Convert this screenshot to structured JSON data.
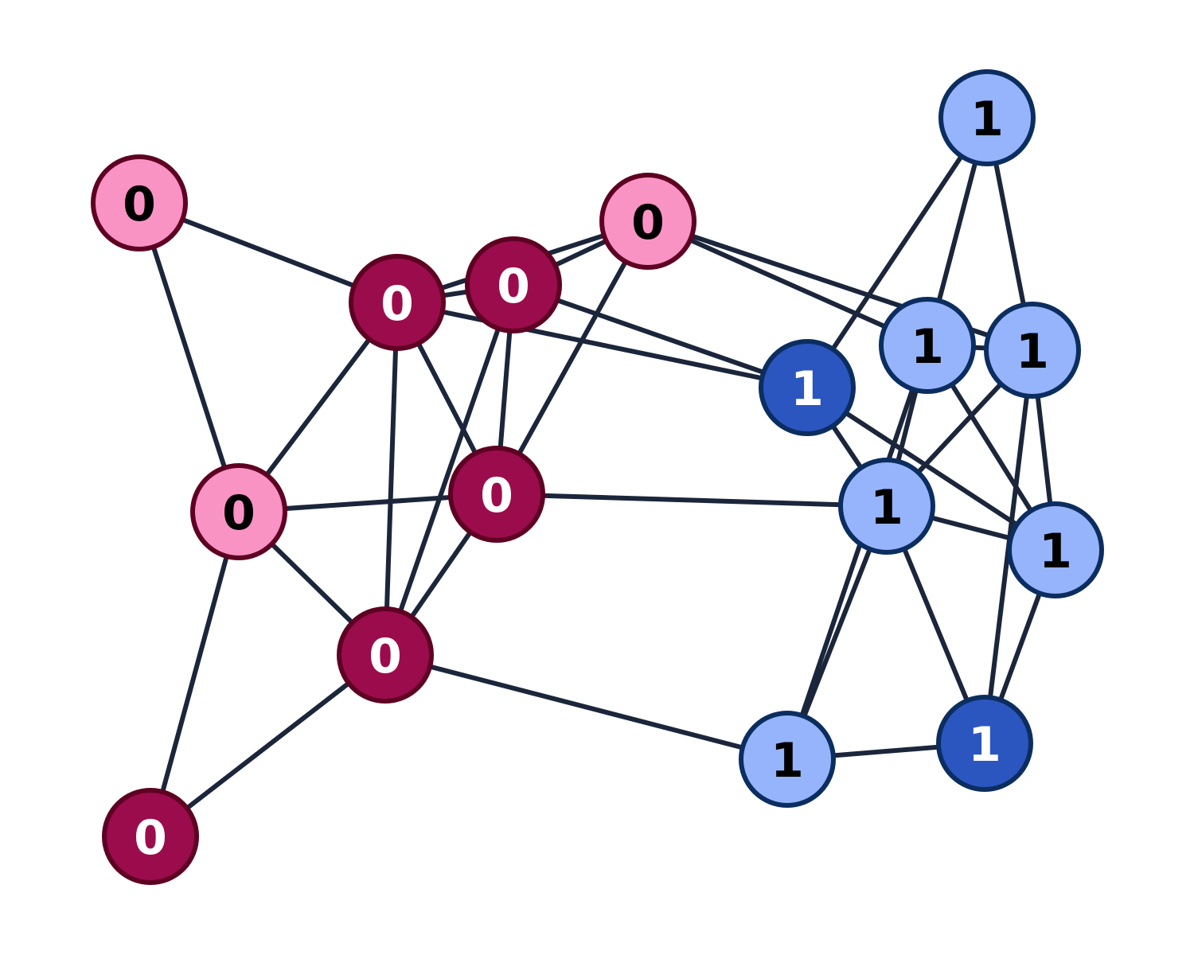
{
  "graph": {
    "colors": {
      "edge": "#1b263b",
      "group0_light_fill": "#f993c4",
      "group0_dark_fill": "#9b0c4c",
      "group0_stroke": "#5e0022",
      "group1_light_fill": "#96b4fb",
      "group1_dark_fill": "#2b56c0",
      "group1_stroke": "#0c2d5f",
      "label_dark": "#000000",
      "label_light": "#ffffff"
    },
    "nodes": [
      {
        "id": "n1",
        "label": "0",
        "group": 0,
        "shade": "light"
      },
      {
        "id": "n2",
        "label": "0",
        "group": 0,
        "shade": "dark"
      },
      {
        "id": "n3",
        "label": "0",
        "group": 0,
        "shade": "dark"
      },
      {
        "id": "n4",
        "label": "0",
        "group": 0,
        "shade": "light"
      },
      {
        "id": "n5",
        "label": "0",
        "group": 0,
        "shade": "light"
      },
      {
        "id": "n6",
        "label": "0",
        "group": 0,
        "shade": "dark"
      },
      {
        "id": "n7",
        "label": "0",
        "group": 0,
        "shade": "dark"
      },
      {
        "id": "n8",
        "label": "0",
        "group": 0,
        "shade": "dark"
      },
      {
        "id": "n9",
        "label": "1",
        "group": 1,
        "shade": "light"
      },
      {
        "id": "n10",
        "label": "1",
        "group": 1,
        "shade": "light"
      },
      {
        "id": "n11",
        "label": "1",
        "group": 1,
        "shade": "light"
      },
      {
        "id": "n12",
        "label": "1",
        "group": 1,
        "shade": "dark"
      },
      {
        "id": "n13",
        "label": "1",
        "group": 1,
        "shade": "light"
      },
      {
        "id": "n14",
        "label": "1",
        "group": 1,
        "shade": "light"
      },
      {
        "id": "n15",
        "label": "1",
        "group": 1,
        "shade": "light"
      },
      {
        "id": "n16",
        "label": "1",
        "group": 1,
        "shade": "dark"
      }
    ],
    "edges": [
      [
        "n1",
        "n2"
      ],
      [
        "n1",
        "n5"
      ],
      [
        "n2",
        "n3"
      ],
      [
        "n2",
        "n4"
      ],
      [
        "n2",
        "n5"
      ],
      [
        "n2",
        "n6"
      ],
      [
        "n2",
        "n7"
      ],
      [
        "n2",
        "n12"
      ],
      [
        "n3",
        "n4"
      ],
      [
        "n3",
        "n6"
      ],
      [
        "n3",
        "n7"
      ],
      [
        "n3",
        "n12"
      ],
      [
        "n4",
        "n6"
      ],
      [
        "n4",
        "n11"
      ],
      [
        "n4",
        "n10"
      ],
      [
        "n5",
        "n6"
      ],
      [
        "n5",
        "n7"
      ],
      [
        "n5",
        "n8"
      ],
      [
        "n6",
        "n7"
      ],
      [
        "n6",
        "n13"
      ],
      [
        "n7",
        "n8"
      ],
      [
        "n7",
        "n15"
      ],
      [
        "n9",
        "n12"
      ],
      [
        "n9",
        "n10"
      ],
      [
        "n9",
        "n11"
      ],
      [
        "n10",
        "n11"
      ],
      [
        "n10",
        "n14"
      ],
      [
        "n10",
        "n13"
      ],
      [
        "n10",
        "n15"
      ],
      [
        "n11",
        "n13"
      ],
      [
        "n11",
        "n14"
      ],
      [
        "n11",
        "n16"
      ],
      [
        "n12",
        "n13"
      ],
      [
        "n12",
        "n14"
      ],
      [
        "n13",
        "n14"
      ],
      [
        "n13",
        "n15"
      ],
      [
        "n13",
        "n16"
      ],
      [
        "n14",
        "n16"
      ],
      [
        "n15",
        "n16"
      ]
    ]
  }
}
